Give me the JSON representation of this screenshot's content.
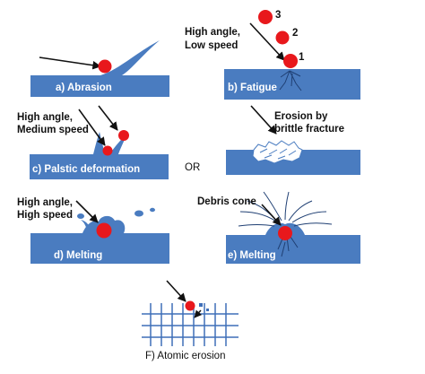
{
  "colors": {
    "substrate": "#4a7cc0",
    "particle": "#e8181c",
    "arrow": "#111111",
    "crack": "#1f3f73",
    "grid": "#3f6fb8",
    "background": "#ffffff"
  },
  "panels": {
    "a": {
      "label": "a) Abrasion"
    },
    "b": {
      "label": "b) Fatigue",
      "text_line1": "High angle,",
      "text_line2": "Low speed",
      "num1": "1",
      "num2": "2",
      "num3": "3"
    },
    "c": {
      "label": "c) Palstic deformation",
      "text_line1": "High angle,",
      "text_line2": "Medium speed"
    },
    "or_text": "OR",
    "b2": {
      "text_line1": "Erosion by",
      "text_line2": "brittle fracture"
    },
    "d": {
      "label": "d) Melting",
      "text_line1": "High angle,",
      "text_line2": "High speed"
    },
    "e": {
      "label": "e) Melting",
      "text": "Debris cone"
    },
    "f": {
      "label": "F) Atomic erosion"
    }
  }
}
